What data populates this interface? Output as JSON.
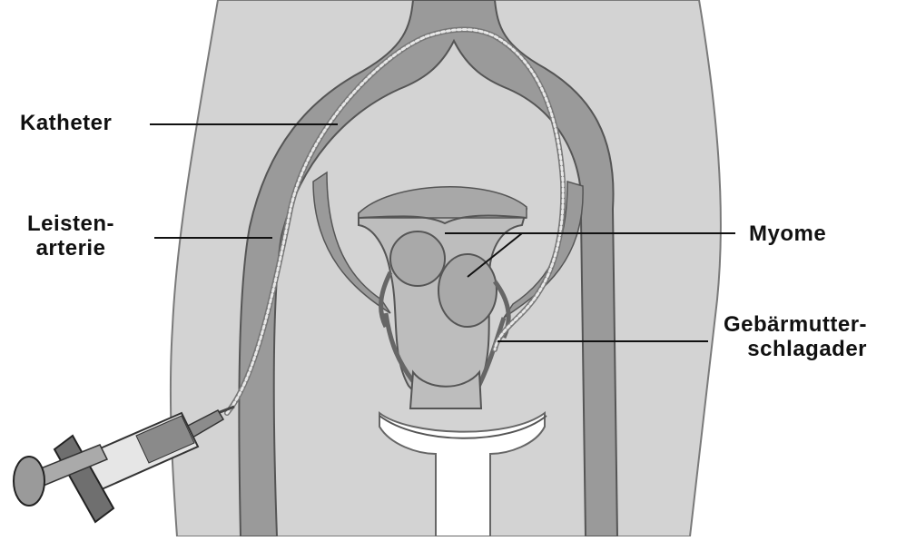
{
  "labels": {
    "katheter": "Katheter",
    "leisten_line1": "Leisten-",
    "leisten_line2": "arterie",
    "myome": "Myome",
    "gebaer_line1": "Gebärmutter-",
    "gebaer_line2": "schlagader"
  },
  "colors": {
    "background": "#ffffff",
    "body": "#d3d3d3",
    "body_outline": "#7a7a7a",
    "artery": "#9a9a9a",
    "artery_outline": "#555555",
    "uterus": "#bdbdbd",
    "myoma": "#a9a9a9",
    "catheter": "#e8e8e8",
    "leader_line": "#111111"
  }
}
